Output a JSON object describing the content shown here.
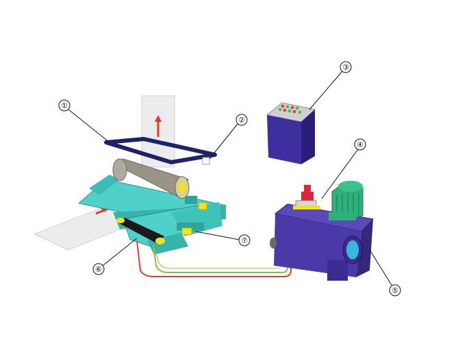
{
  "diagram": {
    "callouts": [
      {
        "id": "c1",
        "label": "①"
      },
      {
        "id": "c2",
        "label": "②"
      },
      {
        "id": "c3",
        "label": "③"
      },
      {
        "id": "c4",
        "label": "④"
      },
      {
        "id": "c5",
        "label": "⑤"
      },
      {
        "id": "c6",
        "label": "⑥"
      },
      {
        "id": "c7",
        "label": "⑦"
      }
    ],
    "colors": {
      "frame": "#2a2f7a",
      "base": "#4fd0c8",
      "base_dark": "#2fa49c",
      "roller": "#8a8478",
      "sheet": "#ececec",
      "arrow": "#e23a22",
      "tank": "#4a3aa8",
      "tank_dark": "#33287a",
      "motor": "#2fb07a",
      "valve": "#d8283a",
      "cylinder": "#f2e41a",
      "hose_red": "#e0402a",
      "hose_green": "#7ac84a"
    }
  }
}
